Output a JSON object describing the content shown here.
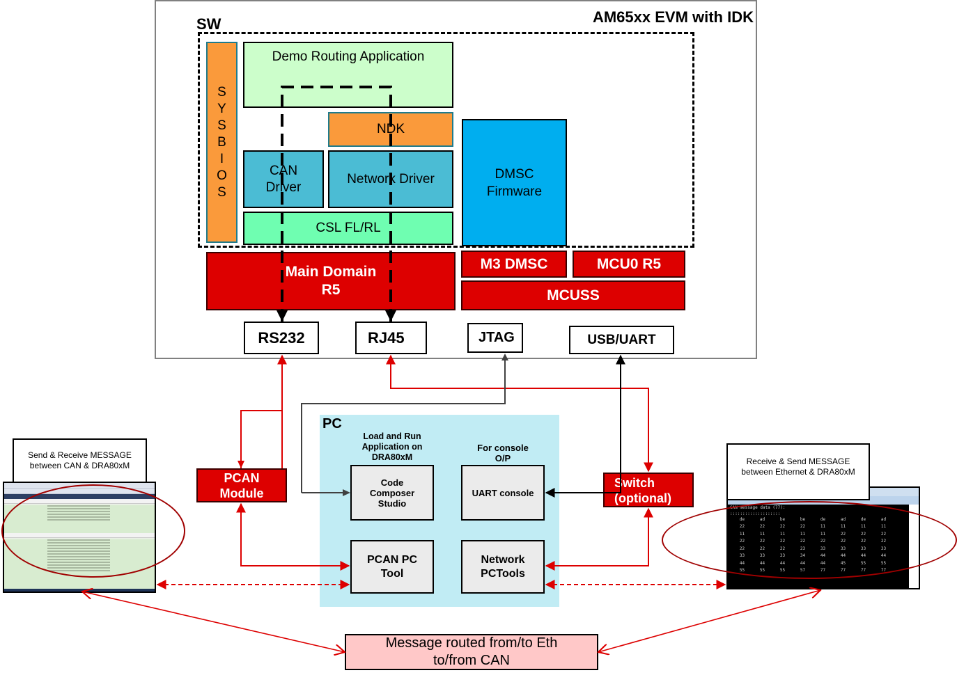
{
  "board": {
    "title": "AM65xx EVM with IDK",
    "sw_label": "SW",
    "sysbios": [
      "S",
      "Y",
      "S",
      "B",
      "I",
      "O",
      "S"
    ],
    "demo_app": "Demo Routing Application",
    "ndk": "NDK",
    "can_driver": [
      "CAN",
      "Driver"
    ],
    "network_driver": "Network Driver",
    "csl": "CSL FL/RL",
    "dmsc_firmware": [
      "DMSC",
      "Firmware"
    ],
    "main_domain": [
      "Main Domain",
      "R5"
    ],
    "m3_dmsc": "M3 DMSC",
    "mcu0_r5": "MCU0 R5",
    "mcuss": "MCUSS",
    "ports": {
      "rs232": "RS232",
      "rj45": "RJ45",
      "jtag": "JTAG",
      "usb_uart": "USB/UART"
    }
  },
  "pc": {
    "label": "PC",
    "ccs_caption": [
      "Load and Run",
      "Application on",
      "DRA80xM"
    ],
    "ccs": [
      "Code",
      "Composer",
      "Studio"
    ],
    "uart_caption": [
      "For console",
      "O/P"
    ],
    "uart": "UART console",
    "pcan_tool": [
      "PCAN PC",
      "Tool"
    ],
    "network_tools": [
      "Network",
      "PCTools"
    ]
  },
  "external": {
    "pcan_module": [
      "PCAN",
      "Module"
    ],
    "switch": [
      "Switch",
      "(optional)"
    ],
    "left_note": [
      "Send & Receive MESSAGE",
      "between CAN & DRA80xM"
    ],
    "right_note": [
      "Receive & Send MESSAGE",
      "between Ethernet & DRA80xM"
    ],
    "route_note": [
      "Message routed from/to Eth",
      "to/from CAN"
    ]
  },
  "terminal": {
    "header": "CAN message data (77):",
    "separator": "::::::::::::::::::::",
    "rows": [
      [
        "de",
        "ad",
        "be",
        "be",
        "de",
        "ad",
        "de",
        "ad"
      ],
      [
        "22",
        "22",
        "22",
        "22",
        "11",
        "11",
        "11",
        "11"
      ],
      [
        "11",
        "11",
        "11",
        "11",
        "11",
        "22",
        "22",
        "22"
      ],
      [
        "22",
        "22",
        "22",
        "22",
        "22",
        "22",
        "22",
        "22"
      ],
      [
        "22",
        "22",
        "22",
        "23",
        "33",
        "33",
        "33",
        "33"
      ],
      [
        "33",
        "33",
        "33",
        "34",
        "44",
        "44",
        "44",
        "44"
      ],
      [
        "44",
        "44",
        "44",
        "44",
        "44",
        "45",
        "55",
        "55"
      ],
      [
        "55",
        "55",
        "55",
        "57",
        "77",
        "77",
        "77",
        "77"
      ]
    ]
  },
  "colors": {
    "accent_red": "#dd0000",
    "link_red": "#dd0000",
    "link_black": "#000000",
    "link_gray": "#404040",
    "ellipse": "#a00000"
  }
}
